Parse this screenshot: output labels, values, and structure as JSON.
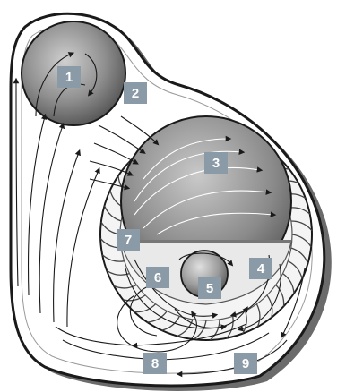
{
  "labels": {
    "l1": "1",
    "l2": "2",
    "l3": "3",
    "l4": "4",
    "l5": "5",
    "l6": "6",
    "l7": "7",
    "l8": "8",
    "l9": "9"
  },
  "colors": {
    "label_box": "#8a9aa6",
    "housing_outline": "#1a1a1a",
    "shadow": "#6b6b6b",
    "flow_line": "#1a1a1a"
  }
}
